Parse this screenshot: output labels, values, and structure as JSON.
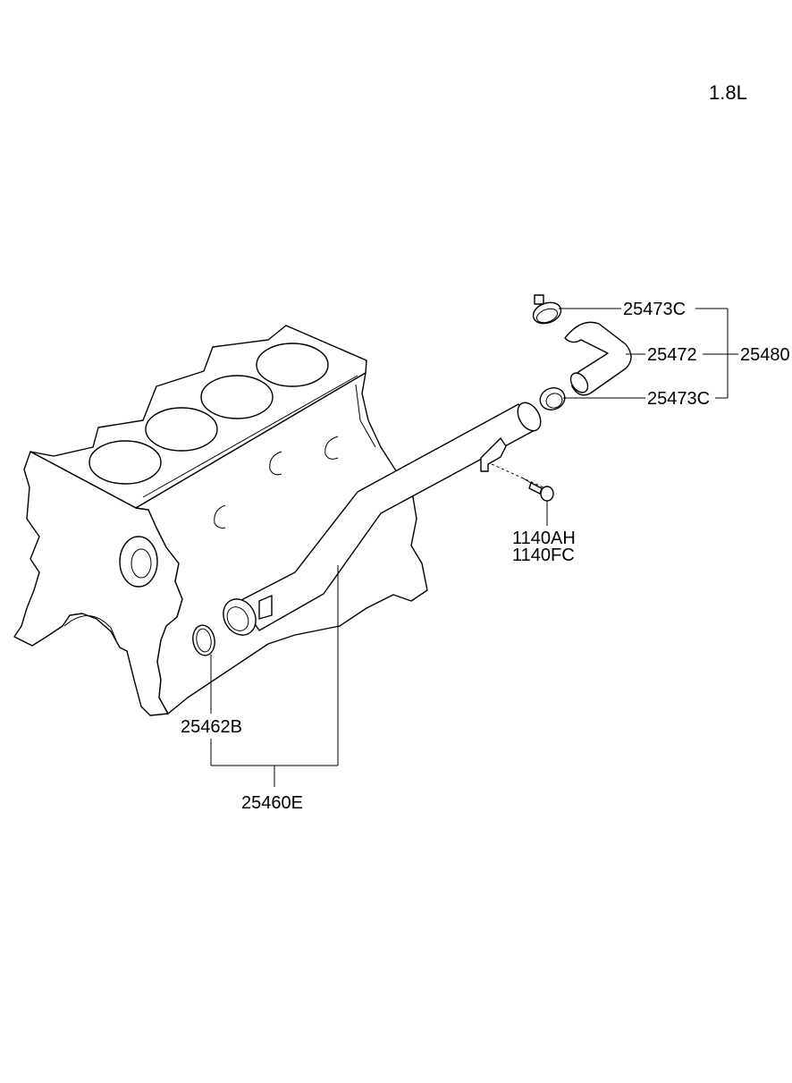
{
  "engine_variant": "1.8L",
  "labels": {
    "clamp_upper": "25473C",
    "hose": "25472",
    "hose_assembly": "25480",
    "clamp_lower": "25473C",
    "bolt_1": "1140AH",
    "bolt_2": "1140FC",
    "o_ring": "25462B",
    "pipe_assembly": "25460E"
  }
}
